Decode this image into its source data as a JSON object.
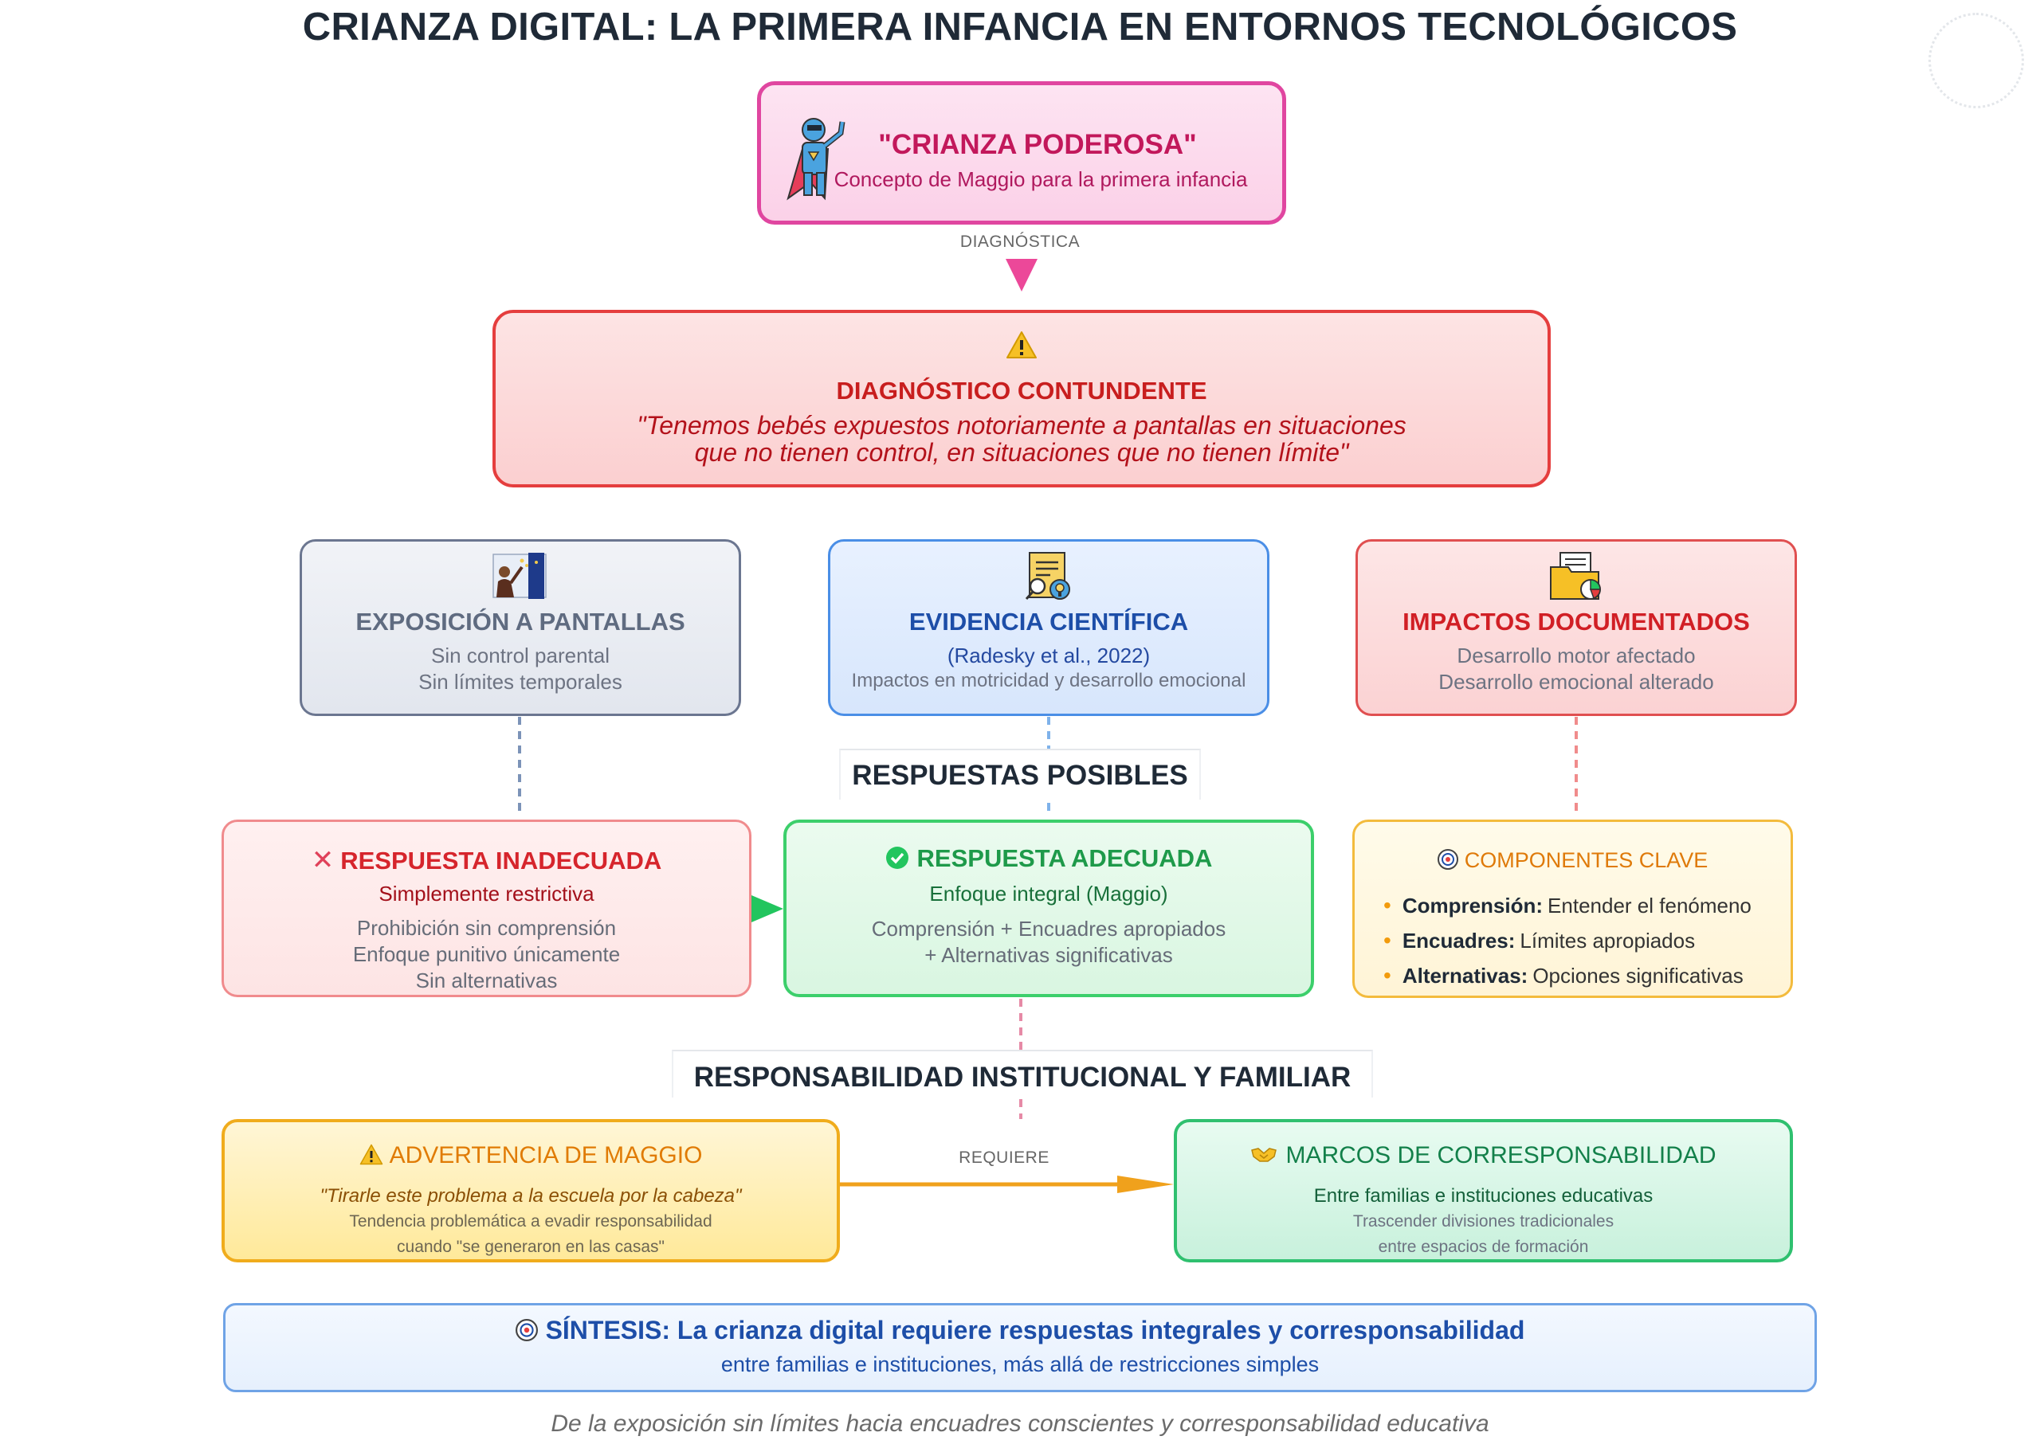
{
  "title": "CRIANZA DIGITAL: LA PRIMERA INFANCIA EN ENTORNOS TECNOLÓGICOS",
  "concept": {
    "heading": "\"CRIANZA PODEROSA\"",
    "subtitle": "Concepto de Maggio para la primera infancia",
    "icon": "superhero-icon"
  },
  "edge_labels": {
    "diagnostica": "DIAGNÓSTICA",
    "requiere": "REQUIERE"
  },
  "diagnostico": {
    "icon": "warning-icon",
    "heading": "DIAGNÓSTICO CONTUNDENTE",
    "quote_line1": "\"Tenemos bebés expuestos notoriamente a pantallas en situaciones",
    "quote_line2": "que no tienen control, en situaciones que no tienen límite\""
  },
  "cards": {
    "exposicion": {
      "icon": "presentation-screen-icon",
      "heading": "EXPOSICIÓN A PANTALLAS",
      "line1": "Sin control parental",
      "line2": "Sin límites temporales"
    },
    "evidencia": {
      "icon": "research-document-icon",
      "heading": "EVIDENCIA CIENTÍFICA",
      "line1": "(Radesky et al., 2022)",
      "line2": "Impactos en motricidad y desarrollo emocional"
    },
    "impactos": {
      "icon": "folder-chart-icon",
      "heading": "IMPACTOS DOCUMENTADOS",
      "line1": "Desarrollo motor afectado",
      "line2": "Desarrollo emocional alterado"
    }
  },
  "section_labels": {
    "respuestas": "RESPUESTAS POSIBLES",
    "responsabilidad": "RESPONSABILIDAD INSTITUCIONAL Y FAMILIAR"
  },
  "respuesta_inadecuada": {
    "icon": "cross-icon",
    "heading": "RESPUESTA INADECUADA",
    "subtitle": "Simplemente restrictiva",
    "lines": [
      "Prohibición sin comprensión",
      "Enfoque punitivo únicamente",
      "Sin alternativas"
    ]
  },
  "respuesta_adecuada": {
    "icon": "check-circle-icon",
    "heading": "RESPUESTA ADECUADA",
    "subtitle": "Enfoque integral (Maggio)",
    "lines": [
      "Comprensión + Encuadres apropiados",
      "+ Alternativas significativas"
    ]
  },
  "componentes": {
    "icon": "target-icon",
    "heading": "COMPONENTES CLAVE",
    "items": [
      {
        "term": "Comprensión:",
        "desc": "Entender el fenómeno"
      },
      {
        "term": "Encuadres:",
        "desc": "Límites apropiados"
      },
      {
        "term": "Alternativas:",
        "desc": "Opciones significativas"
      }
    ]
  },
  "advertencia": {
    "icon": "warning-icon",
    "heading": "ADVERTENCIA DE MAGGIO",
    "quote": "\"Tirarle este problema a la escuela por la cabeza\"",
    "line1": "Tendencia problemática a evadir responsabilidad",
    "line2": "cuando \"se generaron en las casas\""
  },
  "marcos": {
    "icon": "handshake-icon",
    "heading": "MARCOS DE CORRESPONSABILIDAD",
    "line0": "Entre familias e instituciones educativas",
    "line1": "Trascender divisiones tradicionales",
    "line2": "entre espacios de formación"
  },
  "sintesis": {
    "icon": "target-icon",
    "heading": "SÍNTESIS: La crianza digital requiere respuestas integrales y corresponsabilidad",
    "subtitle": "entre familias e instituciones, más allá de restricciones simples"
  },
  "footer": "De la exposición sin límites hacia encuadres conscientes y corresponsabilidad educativa",
  "colors": {
    "pink": "#e046a0",
    "red": "#e53e3e",
    "blue": "#4a8ee6",
    "green": "#3ccf6b",
    "orange": "#f0ac1c",
    "slate": "#6b7690"
  }
}
